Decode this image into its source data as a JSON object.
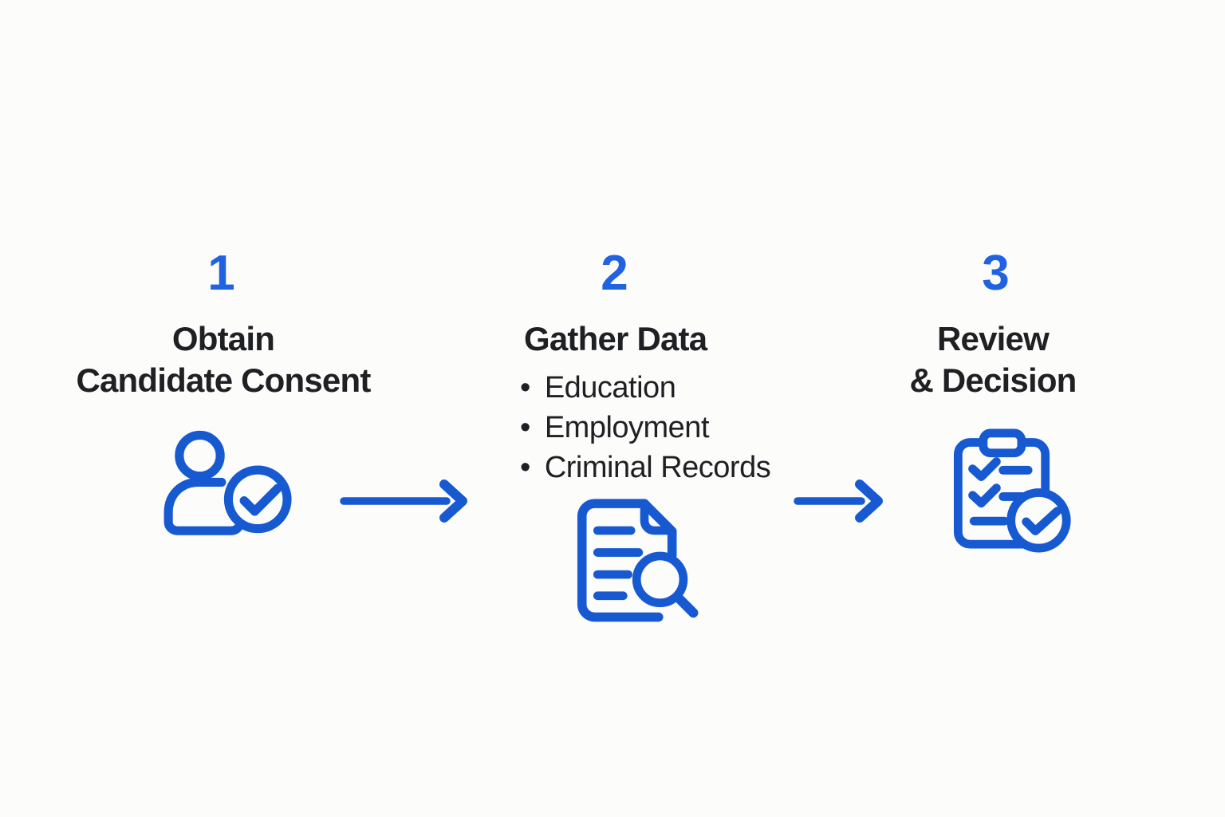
{
  "diagram_type": "process-flow",
  "colors": {
    "background": "#fcfcfb",
    "accent": "#1659d1",
    "number_blue": "#1f63e2",
    "text": "#1f2023"
  },
  "steps": [
    {
      "number": "1",
      "title_line1": "Obtain",
      "title_line2": "Candidate Consent",
      "icon": "person-check-icon",
      "bullets": []
    },
    {
      "number": "2",
      "title_line1": "Gather Data",
      "title_line2": "",
      "icon": "document-search-icon",
      "bullets": [
        "Education",
        "Employment",
        "Criminal Records"
      ]
    },
    {
      "number": "3",
      "title_line1": "Review",
      "title_line2": "& Decision",
      "icon": "clipboard-check-icon",
      "bullets": []
    }
  ],
  "connectors": [
    "arrow-right",
    "arrow-right"
  ]
}
